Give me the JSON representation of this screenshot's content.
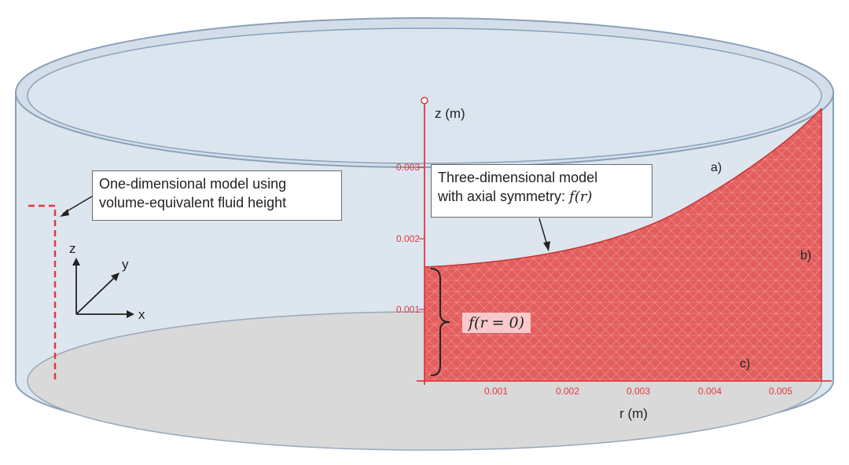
{
  "labels": {
    "one_d_line1": "One-dimensional model using",
    "one_d_line2": "volume-equivalent fluid height",
    "three_d_line1": "Three-dimensional model",
    "three_d_line2": "with axial symmetry: ",
    "three_d_math": "f(r)",
    "f_r0": "f(r = 0)",
    "point_a": "a)",
    "point_b": "b)",
    "point_c": "c)",
    "axis_x": "x",
    "axis_y": "y",
    "axis_z": "z",
    "z_axis_title": "z (m)",
    "r_axis_title": "r (m)"
  },
  "axes": {
    "r_ticks": [
      "0.001",
      "0.002",
      "0.003",
      "0.004",
      "0.005"
    ],
    "z_ticks": [
      "0.001",
      "0.002",
      "0.003"
    ]
  },
  "colors": {
    "accent_red": "#e0393e",
    "mesh_fill": "#e25a5a",
    "container": "#d9e3ee",
    "container_edge": "#8aa0b8",
    "floor": "#d6d6d6"
  }
}
